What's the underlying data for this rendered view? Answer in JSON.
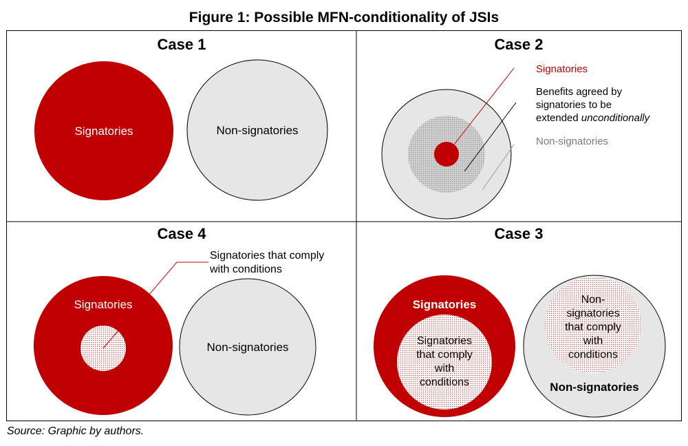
{
  "figure": {
    "title": "Figure 1: Possible MFN-conditionality of JSIs",
    "source": "Source: Graphic by authors."
  },
  "colors": {
    "signatories": "#c00000",
    "non_signatories": "#e6e6e6",
    "outline": "#000000",
    "dark_dots": "#9a9a9a"
  },
  "case1": {
    "title": "Case 1",
    "signatories": "Signatories",
    "non_signatories": "Non-signatories"
  },
  "case2": {
    "title": "Case 2",
    "signatories": "Signatories",
    "benefits_line1": "Benefits agreed by",
    "benefits_line2": "signatories to be",
    "benefits_line3_pre": "extended ",
    "benefits_line3_em": "unconditionally",
    "non_signatories": "Non-signatories"
  },
  "case3": {
    "title": "Case 3",
    "signatories": "Signatories",
    "inner_sig_line1": "Signatories",
    "inner_sig_line2": "that comply",
    "inner_sig_line3": "with",
    "inner_sig_line4": "conditions",
    "inner_non_line1": "Non-",
    "inner_non_line2": "signatories",
    "inner_non_line3": "that comply",
    "inner_non_line4": "with",
    "inner_non_line5": "conditions",
    "non_signatories": "Non-signatories"
  },
  "case4": {
    "title": "Case 4",
    "callout_line1": "Signatories that comply",
    "callout_line2": "with conditions",
    "signatories": "Signatories",
    "non_signatories": "Non-signatories"
  }
}
